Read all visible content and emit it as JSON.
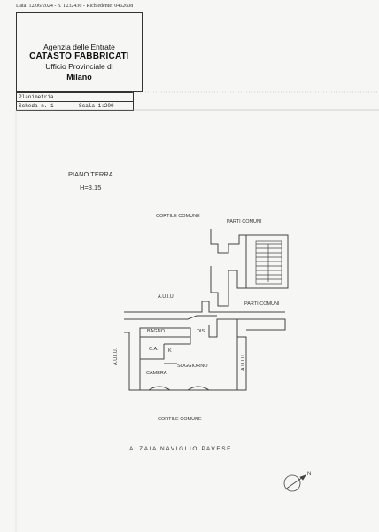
{
  "header": {
    "date_line": "Data: 12/06/2024 - n. T232436 - Richiedente: 0462608",
    "agency": "Agenzia delle Entrate",
    "department": "CATASTO FABBRICATI",
    "office": "Ufficio Provinciale di",
    "city": "Milano"
  },
  "info_box": {
    "type_label": "Planimetria",
    "sheet_label": "Scheda n. 1",
    "scale_label": "Scala 1:200"
  },
  "plan": {
    "floor": "PIANO TERRA",
    "height": "H=3.15",
    "labels": {
      "courtyard_top": "CORTILE COMUNE",
      "common_parts_top": "PARTI COMUNI",
      "common_parts_mid": "PARTI COMUNI",
      "other_unit_top": "A.U.I.U.",
      "other_unit_left": "A.U.I.U.",
      "other_unit_right": "A.U.I.U.",
      "bathroom": "BAGNO",
      "storage": "DIS.",
      "closet": "C.A.",
      "kitchen": "K",
      "bedroom": "CAMERA",
      "living": "SOGGIORNO",
      "courtyard_bottom": "CORTILE COMUNE"
    },
    "street": "ALZAIA NAVIGLIO PAVESE",
    "north": "N"
  }
}
